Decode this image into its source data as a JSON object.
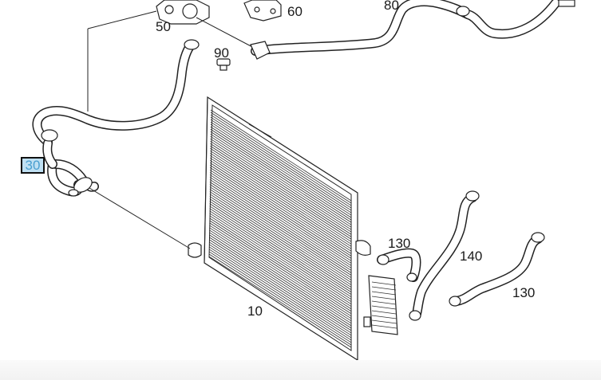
{
  "parts": {
    "radiator": "10",
    "hose_highlighted": "30",
    "water_pump": "50",
    "bracket": "60",
    "hose_top_right": "80",
    "sensor": "90",
    "hose_center": "130",
    "hose_bottom_right": "130",
    "hose_right": "140"
  },
  "colors": {
    "line": "#222222",
    "highlight_fill": "#bfe0f3",
    "highlight_text": "#4a9fd0"
  }
}
